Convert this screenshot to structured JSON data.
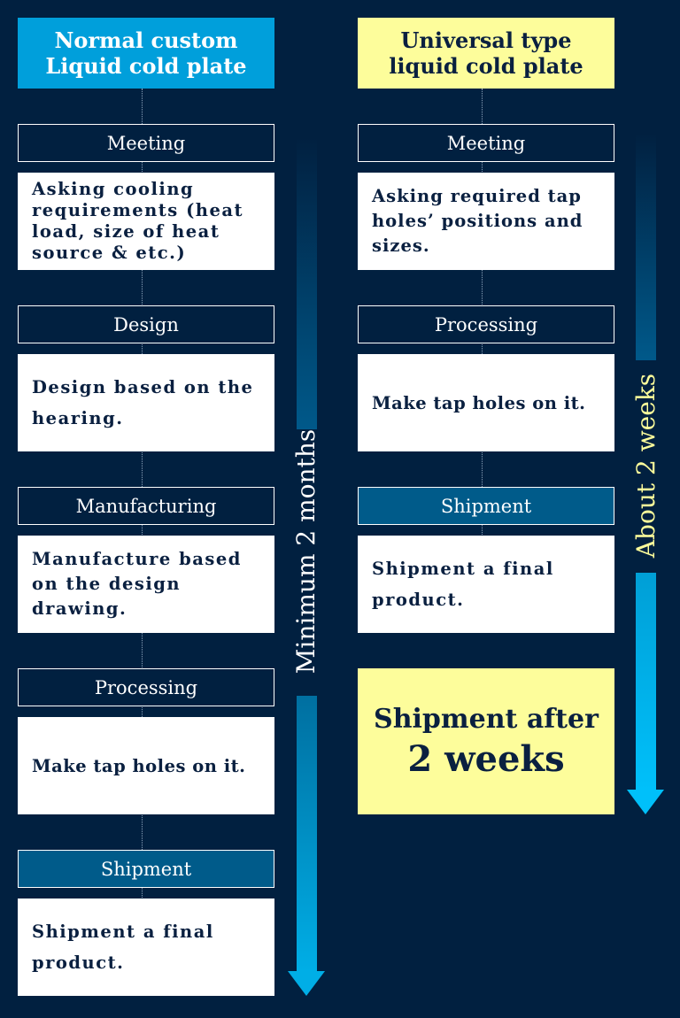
{
  "left": {
    "title_line1": "Normal custom",
    "title_line2": "Liquid cold plate",
    "duration": "Minimum 2 months",
    "steps": [
      {
        "label": "Meeting",
        "desc": "Asking cooling requirements (heat load, size of heat source & etc.)"
      },
      {
        "label": "Design",
        "desc": "Design based on the hearing."
      },
      {
        "label": "Manufacturing",
        "desc": "Manufacture based on the design drawing."
      },
      {
        "label": "Processing",
        "desc": "Make tap holes on it."
      },
      {
        "label": "Shipment",
        "desc": "Shipment a final product."
      }
    ]
  },
  "right": {
    "title_line1": "Universal type",
    "title_line2": "liquid cold plate",
    "duration": "About 2 weeks",
    "steps": [
      {
        "label": "Meeting",
        "desc": "Asking required tap holes’ positions and sizes."
      },
      {
        "label": "Processing",
        "desc": "Make tap holes on it."
      },
      {
        "label": "Shipment",
        "desc": "Shipment a final product."
      }
    ],
    "final_line1": "Shipment after",
    "final_line2": "2 weeks"
  },
  "colors": {
    "background": "#012040",
    "left_title": "#009fdb",
    "right_title": "#fdfd9b",
    "shipment_header": "#005b8a",
    "arrow": "#00aee6"
  }
}
